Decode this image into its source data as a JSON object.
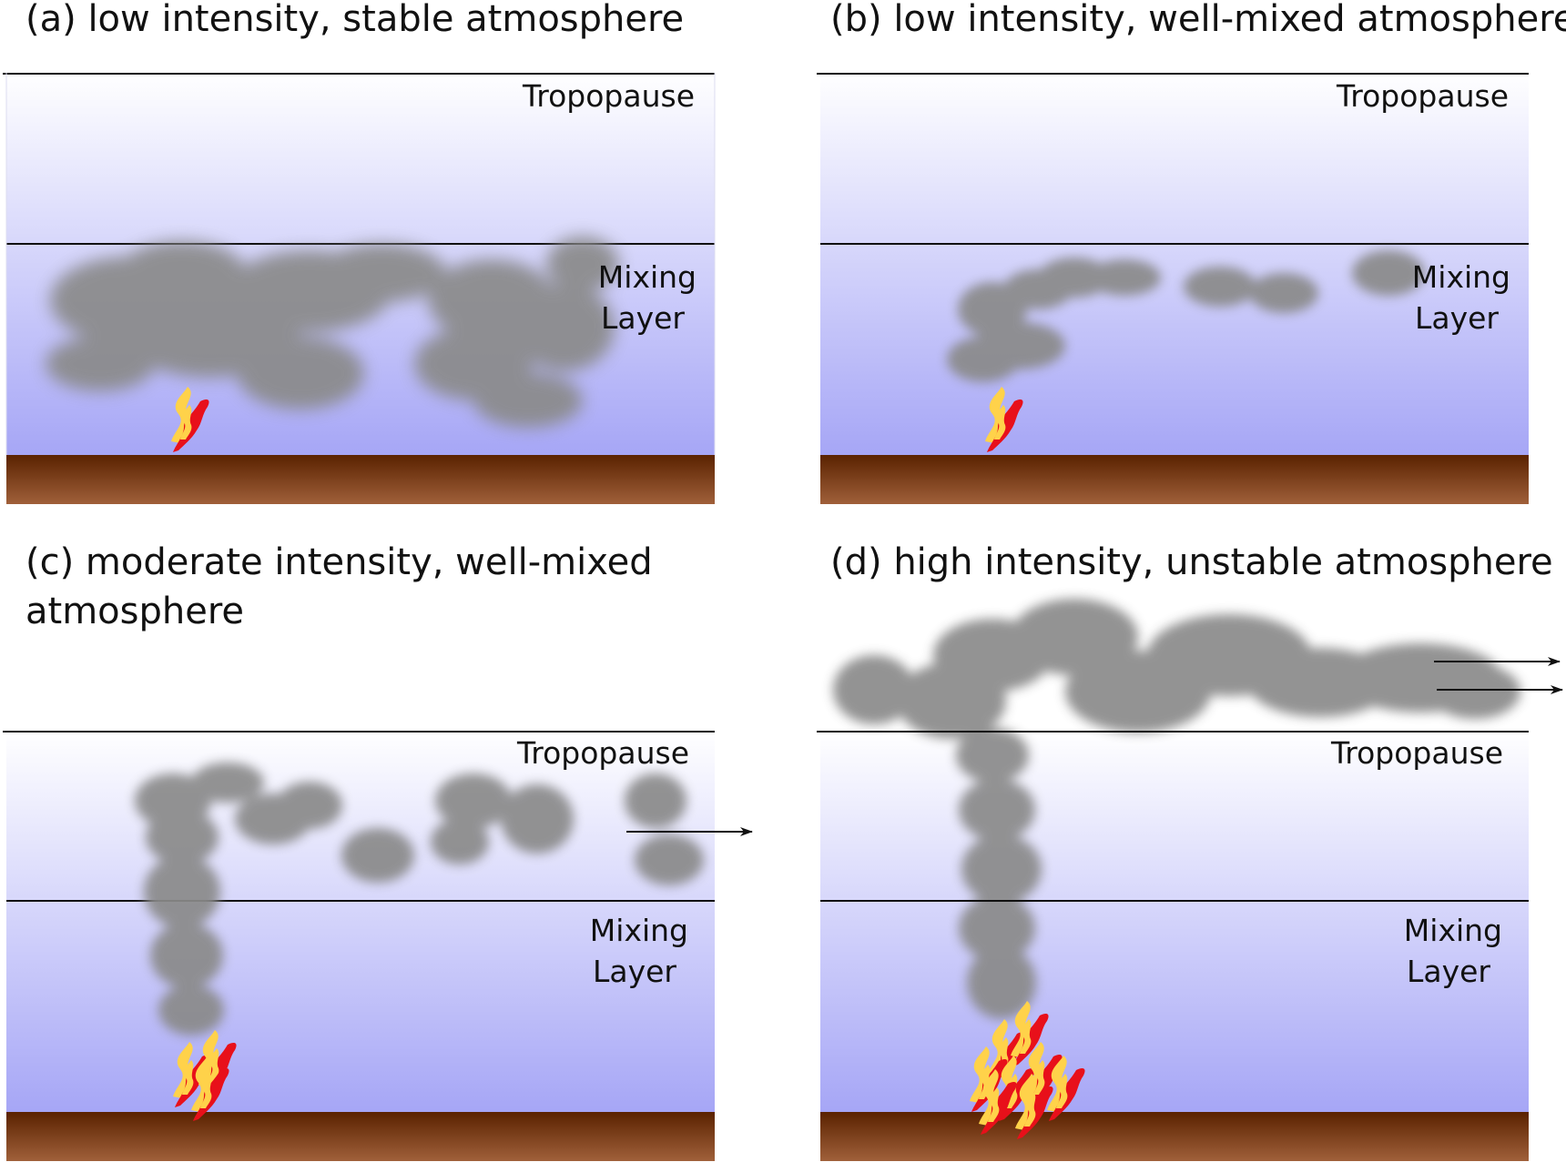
{
  "panels": [
    {
      "id": "a",
      "title": "(a) low intensity, stable atmosphere",
      "tropopause_label": "Tropopause",
      "mixing_label_1": "Mixing",
      "mixing_label_2": "Layer"
    },
    {
      "id": "b",
      "title": "(b) low intensity, well-mixed atmosphere",
      "tropopause_label": "Tropopause",
      "mixing_label_1": "Mixing",
      "mixing_label_2": "Layer"
    },
    {
      "id": "c",
      "title_line1": "(c) moderate intensity, well-mixed",
      "title_line2": "atmosphere",
      "tropopause_label": "Tropopause",
      "mixing_label_1": "Mixing",
      "mixing_label_2": "Layer"
    },
    {
      "id": "d",
      "title": "(d) high intensity, unstable atmosphere",
      "tropopause_label": "Tropopause",
      "mixing_label_1": "Mixing",
      "mixing_label_2": "Layer"
    }
  ],
  "colors": {
    "sky_top": "#ffffff",
    "sky_bottom": "#a6a6f6",
    "ground_top": "#5a2200",
    "ground_bottom": "#a0603a",
    "smoke": "#8a8a8a",
    "flame_red": "#e8101a",
    "flame_yellow": "#ffd24a"
  },
  "icons": [
    "flame-icon",
    "smoke-plume",
    "wind-arrow-icon"
  ]
}
